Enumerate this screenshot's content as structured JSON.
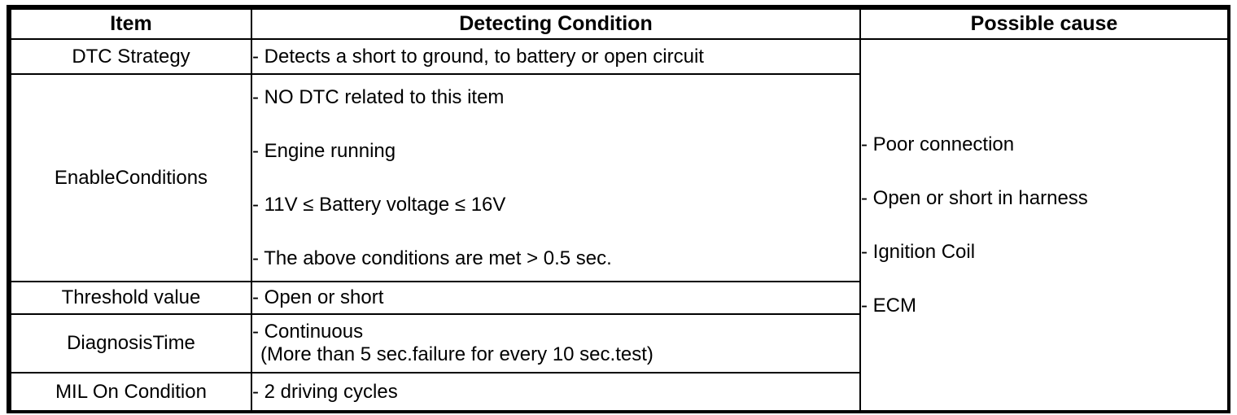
{
  "table": {
    "headers": [
      "Item",
      "Detecting Condition",
      "Possible cause"
    ],
    "rows": [
      {
        "item": "DTC Strategy",
        "conditions": [
          "- Detects a short to ground, to battery or open circuit"
        ]
      },
      {
        "item": "EnableConditions",
        "conditions": [
          "- NO DTC related to this item",
          "- Engine running",
          "- 11V ≤ Battery voltage ≤ 16V",
          "- The above conditions are met > 0.5 sec."
        ]
      },
      {
        "item": "Threshold value",
        "conditions": [
          "- Open or short"
        ]
      },
      {
        "item": "DiagnosisTime",
        "conditions": [
          "- Continuous",
          "(More than 5 sec.failure for every 10 sec.test)"
        ]
      },
      {
        "item": "MIL On Condition",
        "conditions": [
          "- 2 driving cycles"
        ]
      }
    ],
    "possible_causes": [
      "- Poor connection",
      "- Open or short in harness",
      "- Ignition Coil",
      "- ECM"
    ]
  },
  "colors": {
    "background": "#ffffff",
    "border": "#000000",
    "text": "#000000"
  }
}
